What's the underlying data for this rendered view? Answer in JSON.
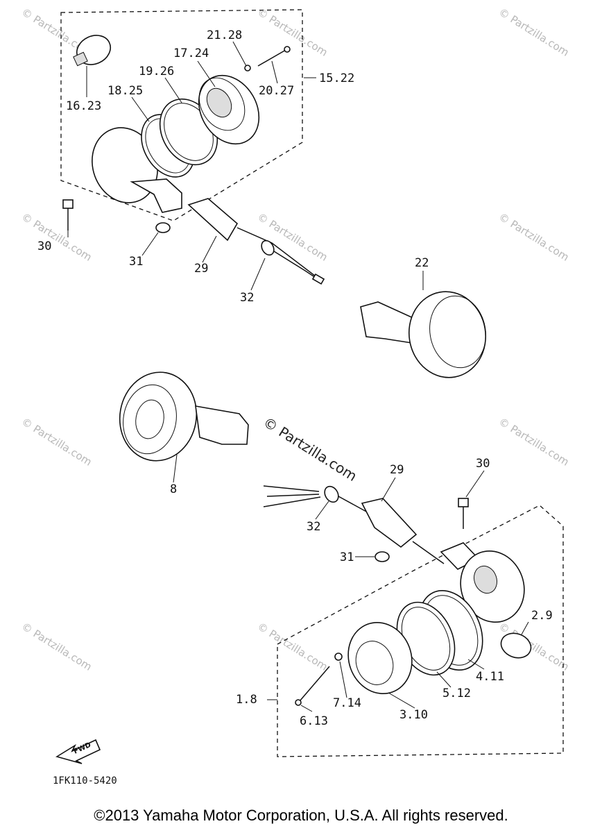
{
  "callouts": [
    "21.28",
    "17.24",
    "19.26",
    "18.25",
    "16.23",
    "20.27",
    "15.22",
    "30",
    "31",
    "29",
    "32",
    "22",
    "8",
    "29",
    "30",
    "32",
    "31",
    "2.9",
    "4.11",
    "5.12",
    "1.8",
    "7.14",
    "6.13",
    "3.10"
  ],
  "fwd_label": "FWD",
  "diagram_code": "1FK110-5420",
  "watermark": "© Partzilla.com",
  "copyright": "©2013 Yamaha Motor Corporation, U.S.A. All rights reserved."
}
